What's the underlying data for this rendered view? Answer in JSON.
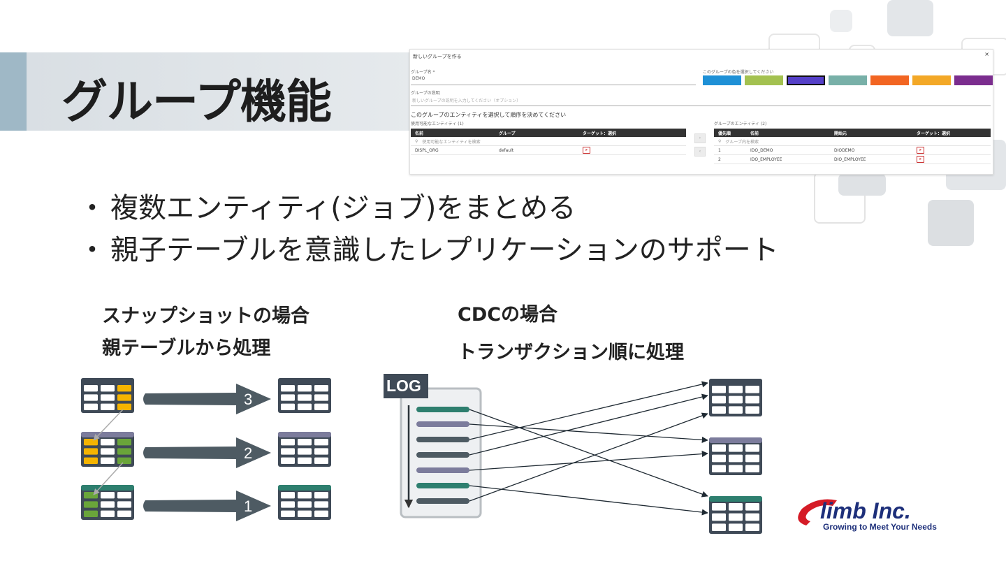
{
  "slide": {
    "title": "グループ機能",
    "bullets": [
      "複数エンティティ(ジョブ)をまとめる",
      "親子テーブルを意識したレプリケーションのサポート"
    ],
    "bullet_marker": "・"
  },
  "dialog": {
    "title": "新しいグループを作る",
    "close_label": "×",
    "group_name_label": "グループ名 *",
    "group_name_value": "DEMO",
    "color_label": "このグループの色を選択してください",
    "colors": [
      "#1e90d6",
      "#a3c150",
      "#5540c8",
      "#78b0a8",
      "#f26522",
      "#f3a827",
      "#7b2d8e"
    ],
    "selected_color_index": 2,
    "description_label": "グループの説明",
    "description_placeholder": "新しいグループの説明を入力してください（オプション）",
    "instruction": "このグループのエンティティを選択して順序を決めてください",
    "available": {
      "label": "使用可能なエンティティ (1)",
      "columns": [
        "名前",
        "グループ",
        "ターゲット：選択"
      ],
      "search_placeholder": "使用可能なエンティティを検索",
      "rows": [
        {
          "name": "DISPL_ORG",
          "group": "default"
        }
      ]
    },
    "move_right": "›",
    "move_left": "‹",
    "selected": {
      "label": "グループのエンティティ (2)",
      "columns": [
        "優先順",
        "名前",
        "開始元",
        "ターゲット：選択"
      ],
      "search_placeholder": "グループ内を検索",
      "rows": [
        {
          "order": "1",
          "name": "IDO_DEMO",
          "source": "DIODEMO"
        },
        {
          "order": "2",
          "name": "IDO_EMPLOYEE",
          "source": "DIO_EMPLOYEE"
        }
      ]
    }
  },
  "snapshot": {
    "heading1": "スナップショットの場合",
    "heading2": "親テーブルから処理",
    "order_labels": [
      "3",
      "2",
      "1"
    ]
  },
  "cdc": {
    "heading1": "CDCの場合",
    "heading2": "トランザクション順に処理",
    "log_label": "LOG"
  },
  "colors": {
    "table_dark": "#3f4a57",
    "orange": "#f5b400",
    "green": "#6aa53a",
    "lavender": "#7c7c9c",
    "teal": "#2e7f6f",
    "arrow": "#4e5b63"
  },
  "company": {
    "name": "Climb Inc.",
    "tagline": "Growing to Meet Your Needs"
  }
}
